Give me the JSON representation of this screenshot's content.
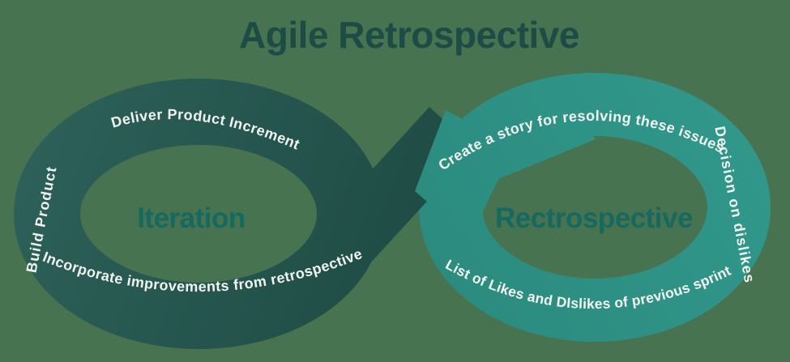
{
  "title": "Agile Retrospective",
  "left_loop": {
    "center_label": "Iteration",
    "left_text": "Build Product",
    "top_text": "Deliver Product Increment",
    "bottom_text": "Incorporate improvements from retrospective"
  },
  "right_loop": {
    "center_label": "Rectrospective",
    "top_text": "Create a story for resolving these issues",
    "right_text": "Decision on dislikes",
    "bottom_text": "List of Likes and DIslikes of previous sprint"
  },
  "colors": {
    "background": "#487351",
    "ring_dark_1": "#2D6159",
    "ring_dark_2": "#1D4A43",
    "ring_light_1": "#31998C",
    "ring_light_2": "#2B8A7E",
    "title_text": "#1D4B45",
    "loop_label": "#15695F",
    "band_text": "#F2F4F0"
  }
}
